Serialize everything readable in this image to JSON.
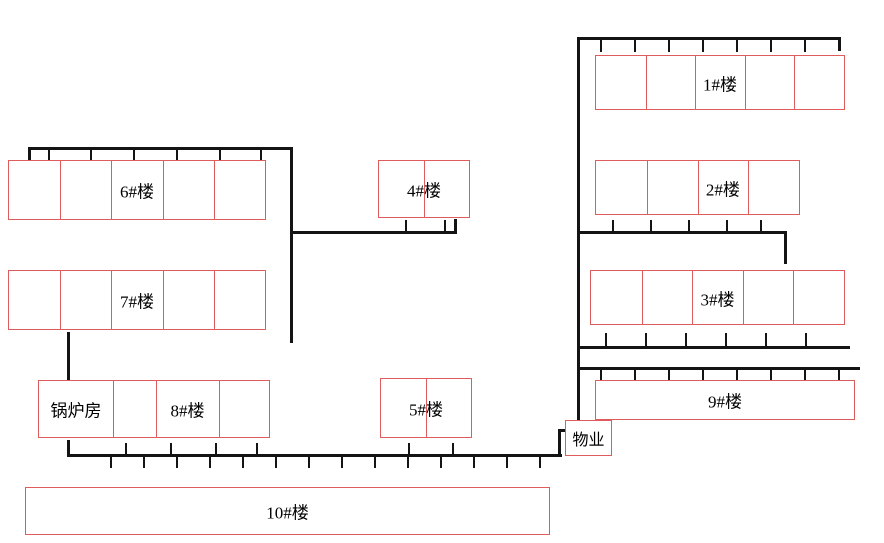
{
  "diagram_type": "residential-compound-site-plan",
  "buildings": {
    "b1": {
      "label": "1#楼"
    },
    "b2": {
      "label": "2#楼"
    },
    "b3": {
      "label": "3#楼"
    },
    "b4": {
      "label": "4#楼"
    },
    "b5": {
      "label": "5#楼"
    },
    "b6": {
      "label": "6#楼"
    },
    "b7": {
      "label": "7#楼"
    },
    "b8": {
      "label": "8#楼"
    },
    "b9": {
      "label": "9#楼"
    },
    "b10": {
      "label": "10#楼"
    },
    "boiler": {
      "label": "锅炉房"
    },
    "property": {
      "label": "物业"
    }
  },
  "colors": {
    "building_outline": "#e05c5c",
    "pipe": "#141414",
    "label_text": "#000000",
    "background": "#ffffff"
  }
}
